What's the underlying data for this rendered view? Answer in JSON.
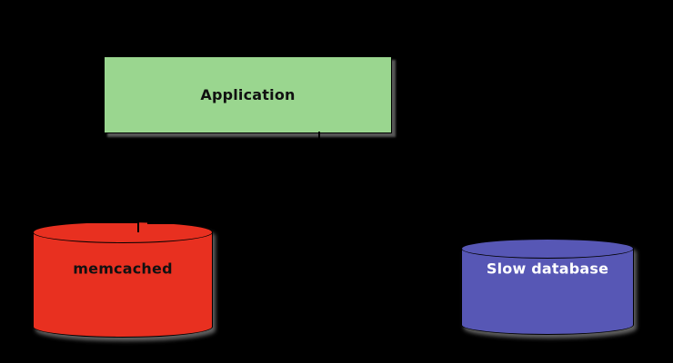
{
  "canvas": {
    "background": "#000000"
  },
  "nodes": {
    "application": {
      "shape": "rectangle",
      "label": "Application",
      "fill": "#9ad68f",
      "border_color": "#000000",
      "text_color": "#111111"
    },
    "memcached": {
      "shape": "cylinder",
      "label": "memcached",
      "fill": "#e83020",
      "border_color": "#000000",
      "text_color": "#111111"
    },
    "slow_database": {
      "shape": "cylinder",
      "label": "Slow database",
      "fill": "#5757b5",
      "border_color": "#000000",
      "text_color": "#ffffff"
    }
  },
  "connectors": {
    "application_bottom_tick": {
      "color": "#000000"
    },
    "memcached_top_tick": {
      "color": "#000000"
    },
    "memcached_top_dash_left": {
      "color": "#000000"
    },
    "memcached_top_dash_right": {
      "color": "#000000"
    }
  }
}
